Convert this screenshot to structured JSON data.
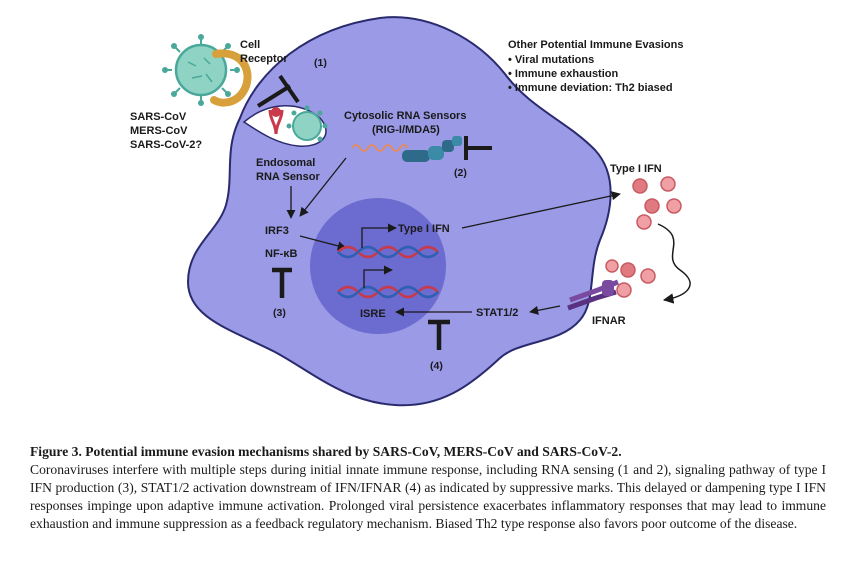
{
  "diagram": {
    "labels": {
      "cell_receptor_line1": "Cell",
      "cell_receptor_line2": "Receptor",
      "marker_1": "(1)",
      "virus_line1": "SARS-CoV",
      "virus_line2": "MERS-CoV",
      "virus_line3": "SARS-CoV-2?",
      "cytosolic_line1": "Cytosolic RNA Sensors",
      "cytosolic_line2": "(RIG-I/MDA5)",
      "marker_2": "(2)",
      "endosomal_line1": "Endosomal",
      "endosomal_line2": "RNA Sensor",
      "irf3": "IRF3",
      "nfkb": "NF-κB",
      "marker_3": "(3)",
      "type1ifn_nucleus": "Type I IFN",
      "isre": "ISRE",
      "stat": "STAT1/2",
      "marker_4": "(4)",
      "type1ifn_outside": "Type I IFN",
      "ifnar": "IFNAR"
    },
    "evasions": {
      "title": "Other Potential Immune Evasions",
      "items": [
        "Viral mutations",
        "Immune exhaustion",
        "Immune deviation: Th2 biased"
      ]
    },
    "colors": {
      "cell_fill": "#9a9ae6",
      "cell_stroke": "#2a2a6e",
      "nucleus": "#6b6bd0",
      "virus": "#4aa89a",
      "receptor": "#d8a03a",
      "ifn_ball": "#e07a80"
    }
  },
  "caption": {
    "title": "Figure 3. Potential immune evasion mechanisms shared by SARS-CoV, MERS-CoV and SARS-CoV-2.",
    "body": "Coronaviruses interfere with multiple steps during initial innate immune response, including RNA sensing (1 and 2), signaling pathway of type I IFN production (3), STAT1/2 activation downstream of IFN/IFNAR (4) as indicated by suppressive marks. This delayed or dampening type I IFN responses impinge upon adaptive immune activation. Prolonged viral persistence exacerbates inflammatory responses that may lead to immune exhaustion and immune suppression as a feedback regulatory mechanism. Biased Th2 type response also favors poor outcome of the disease."
  }
}
